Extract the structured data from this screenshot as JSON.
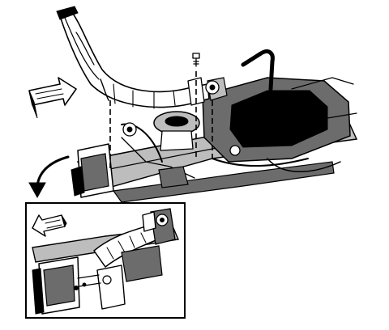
{
  "figure": {
    "background": "#ffffff",
    "ink": "#000000",
    "icons": [
      "direction-arrow",
      "bolt",
      "curved-arrow",
      "dashed-guide-line"
    ]
  }
}
